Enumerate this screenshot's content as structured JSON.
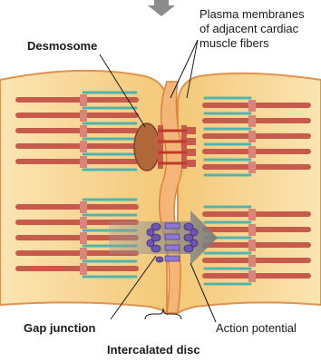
{
  "labels": {
    "plasma_membranes": [
      "Plasma membranes",
      "of adjacent cardiac",
      "muscle fibers"
    ],
    "desmosome": "Desmosome",
    "gap_junction": "Gap junction",
    "action_potential": "Action potential",
    "intercalated_disc": "Intercalated disc"
  },
  "colors": {
    "cytoplasm": "#f7d58e",
    "membrane": "#e0924f",
    "myofibril_red": "#c65a4c",
    "myofibril_teal": "#4fb3ae",
    "desmosome": "#b0683a",
    "gap_junction": "#6d55b0",
    "arrow": "#8c8c8c"
  }
}
